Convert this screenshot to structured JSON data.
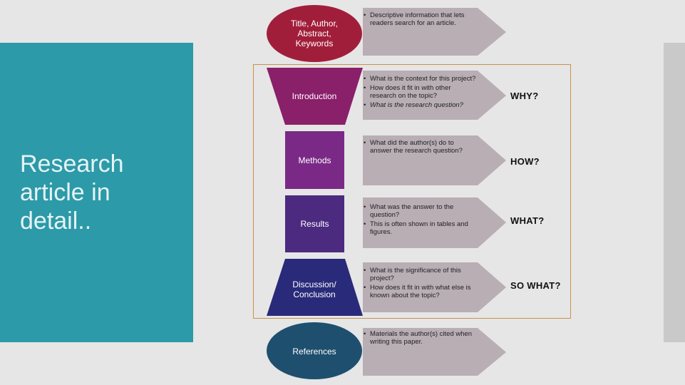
{
  "slide": {
    "title": "Research article in detail..",
    "colors": {
      "panel": "#2c9aa8",
      "frame": "#c9914a",
      "arrow": "#b8aeb4"
    }
  },
  "sections": [
    {
      "id": "title",
      "label": "Title, Author, Abstract, Keywords",
      "shape": "ellipse",
      "color": "#a11e3a",
      "bullets": [
        {
          "text": "Descriptive information that lets readers search for an article.",
          "italic": false
        }
      ],
      "question": ""
    },
    {
      "id": "introduction",
      "label": "Introduction",
      "shape": "funnel-down",
      "color": "#8a1f6a",
      "bullets": [
        {
          "text": "What is the context for this project?",
          "italic": false
        },
        {
          "text": "How does it fit in with other research on the topic?",
          "italic": false
        },
        {
          "text": "What is the research question?",
          "italic": true
        }
      ],
      "question": "WHY?"
    },
    {
      "id": "methods",
      "label": "Methods",
      "shape": "rectangle",
      "color": "#7a2a86",
      "bullets": [
        {
          "text": "What did the author(s) do to answer the research question?",
          "italic": false
        }
      ],
      "question": "HOW?"
    },
    {
      "id": "results",
      "label": "Results",
      "shape": "rectangle",
      "color": "#4b2a80",
      "bullets": [
        {
          "text": "What was the answer to the question?",
          "italic": false
        },
        {
          "text": "This is often shown in tables and figures.",
          "italic": false
        }
      ],
      "question": "WHAT?"
    },
    {
      "id": "discussion",
      "label": "Discussion/ Conclusion",
      "shape": "funnel-up",
      "color": "#2a2a7a",
      "bullets": [
        {
          "text": "What is the significance of this project?",
          "italic": false
        },
        {
          "text": "How does it fit in with what else is known about the topic?",
          "italic": false
        }
      ],
      "question": "SO WHAT?"
    },
    {
      "id": "references",
      "label": "References",
      "shape": "ellipse",
      "color": "#1e4f6e",
      "bullets": [
        {
          "text": "Materials the author(s) cited when writing this paper.",
          "italic": false
        }
      ],
      "question": ""
    }
  ]
}
